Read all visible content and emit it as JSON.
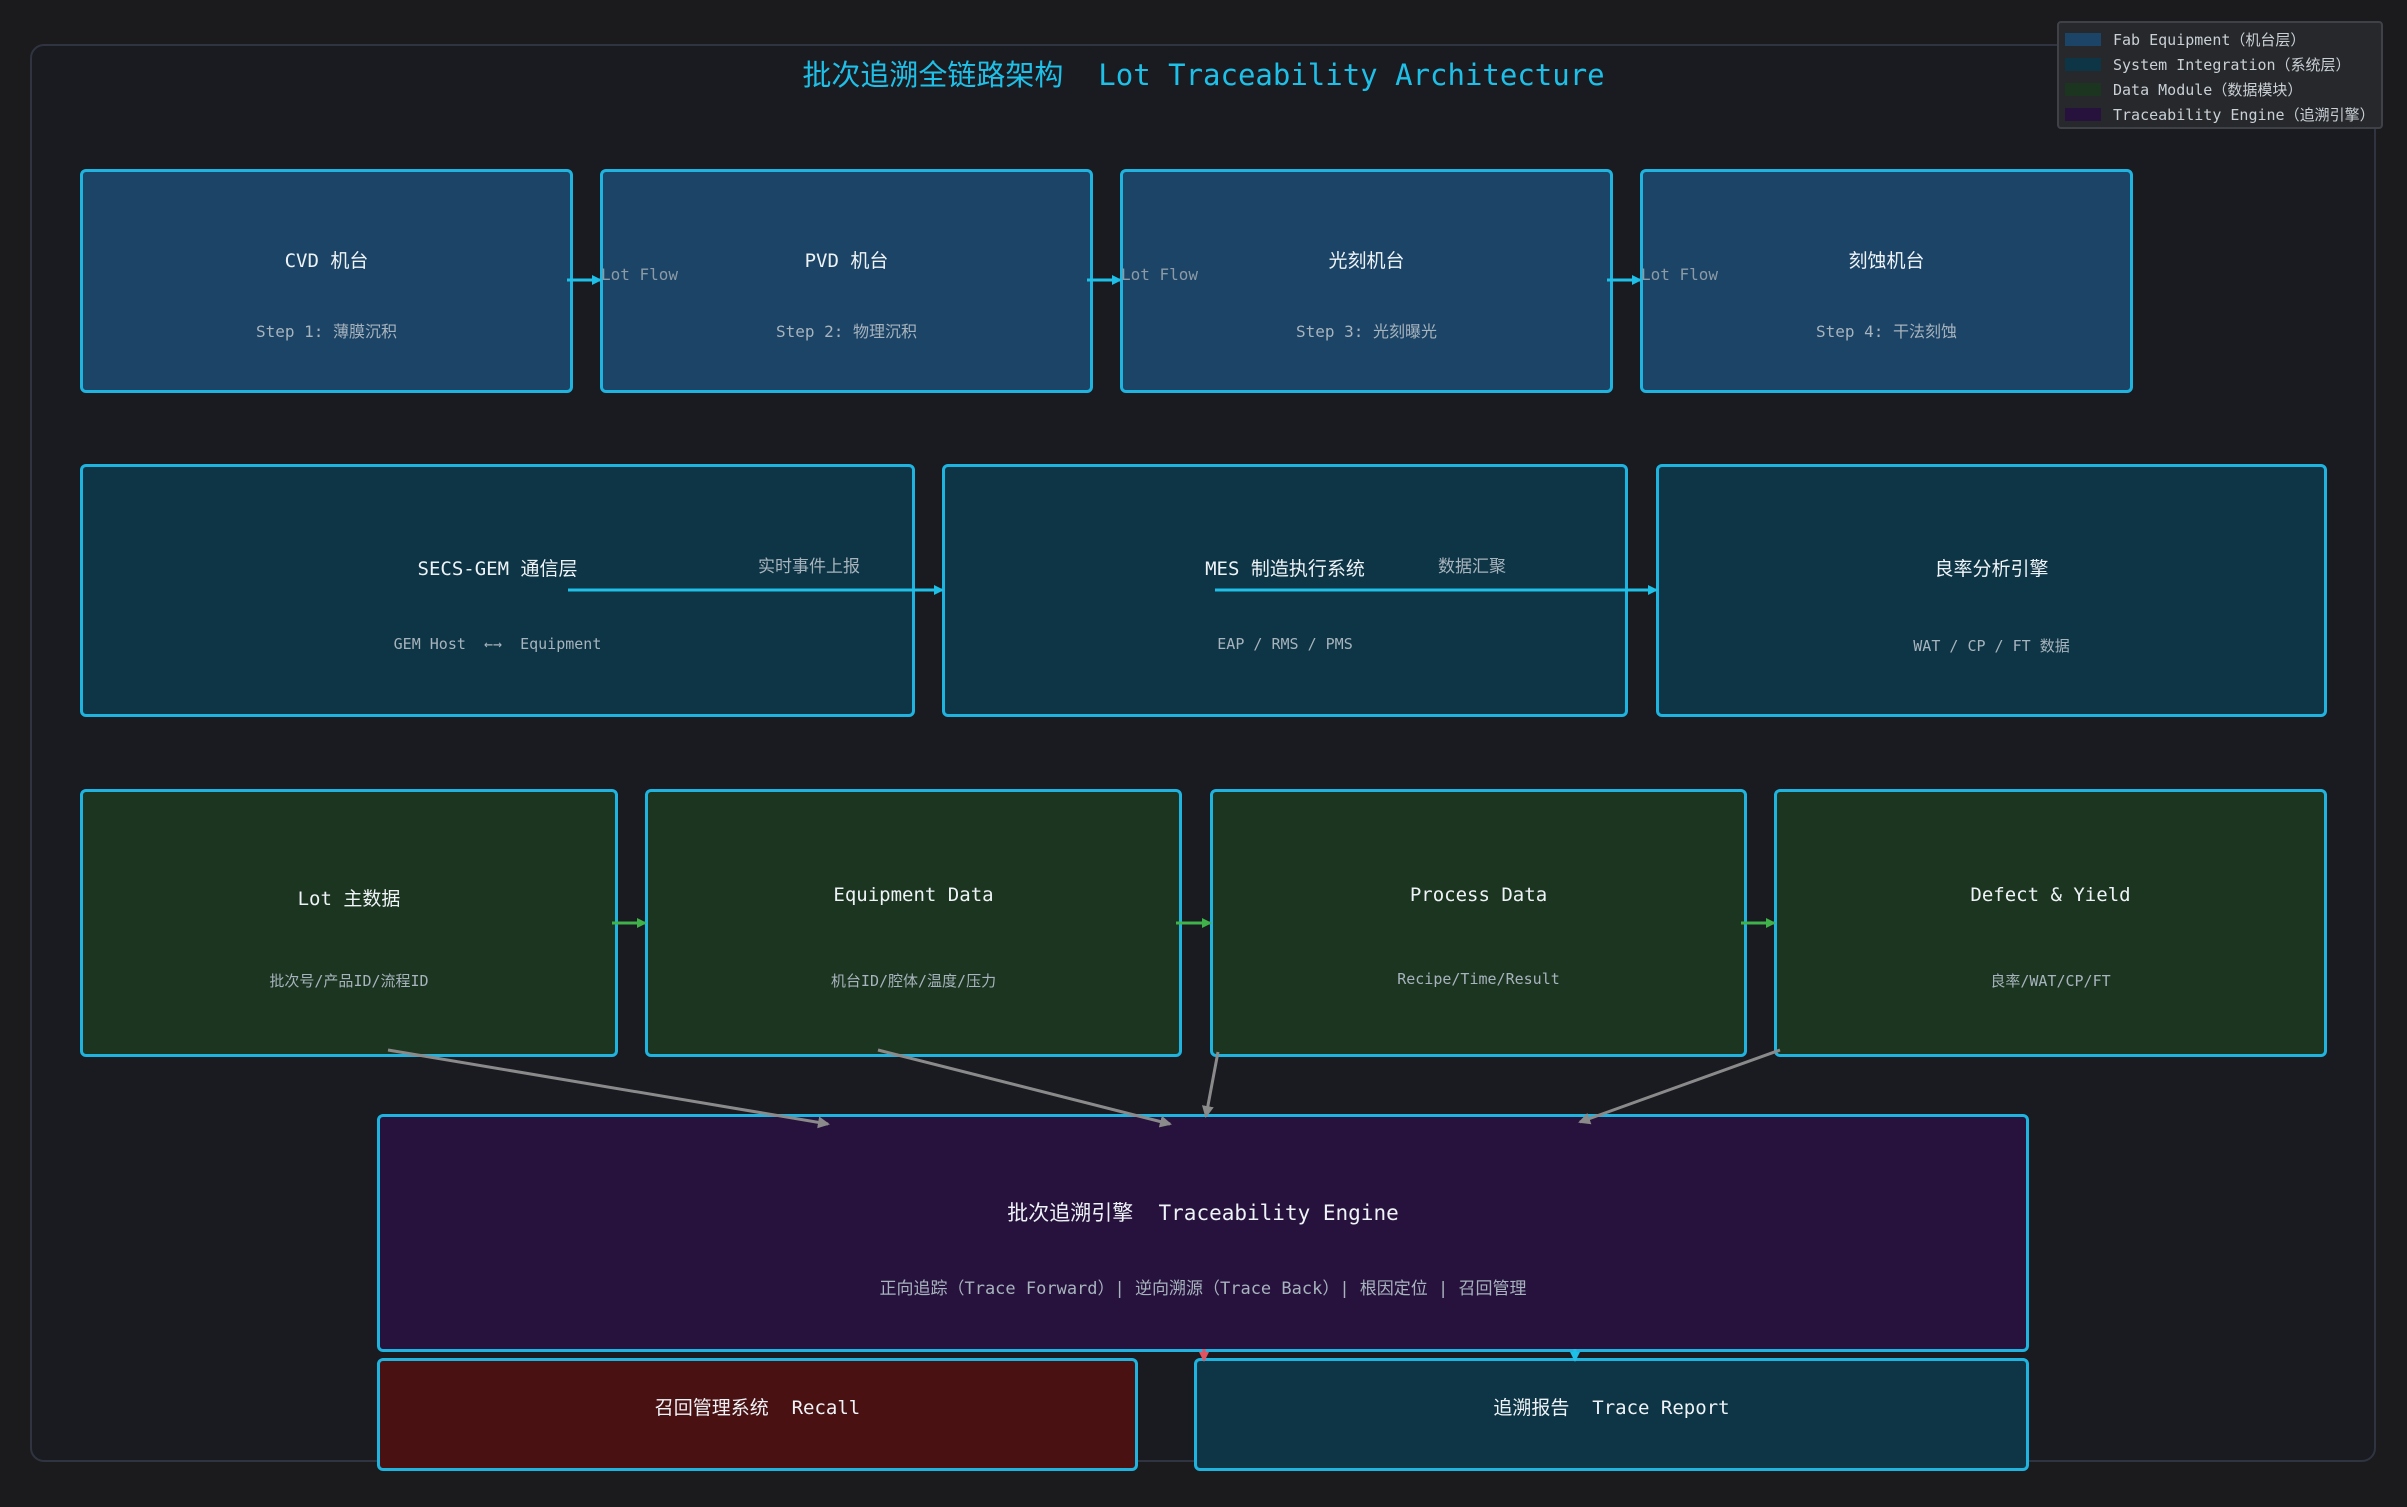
{
  "title": "批次追溯全链路架构  Lot Traceability Architecture",
  "legend": [
    {
      "label": "Fab Equipment（机台层）",
      "color": "#1b4466"
    },
    {
      "label": "System Integration（系统层）",
      "color": "#0e3545"
    },
    {
      "label": "Data Module（数据模块）",
      "color": "#1c3520"
    },
    {
      "label": "Traceability Engine（追溯引擎）",
      "color": "#26123d"
    }
  ],
  "equipment": [
    {
      "name": "CVD 机台",
      "step": "Step 1: 薄膜沉积"
    },
    {
      "name": "PVD 机台",
      "step": "Step 2: 物理沉积"
    },
    {
      "name": "光刻机台",
      "step": "Step 3: 光刻曝光"
    },
    {
      "name": "刻蚀机台",
      "step": "Step 4: 干法刻蚀"
    }
  ],
  "flow_label": "Lot Flow",
  "systems": [
    {
      "name": "SECS-GEM 通信层",
      "desc": "GEM Host  ←→  Equipment"
    },
    {
      "name": "MES 制造执行系统",
      "desc": "EAP / RMS / PMS"
    },
    {
      "name": "良率分析引擎",
      "desc": "WAT / CP / FT 数据"
    }
  ],
  "system_links": [
    "实时事件上报",
    "数据汇聚"
  ],
  "data_modules": [
    {
      "name": "Lot 主数据",
      "desc": "批次号/产品ID/流程ID"
    },
    {
      "name": "Equipment Data",
      "desc": "机台ID/腔体/温度/压力"
    },
    {
      "name": "Process Data",
      "desc": "Recipe/Time/Result"
    },
    {
      "name": "Defect & Yield",
      "desc": "良率/WAT/CP/FT"
    }
  ],
  "engine": {
    "name": "批次追溯引擎  Traceability Engine",
    "desc": "正向追踪（Trace Forward）| 逆向溯源（Trace Back）| 根因定位 | 召回管理"
  },
  "outputs": [
    {
      "name": "召回管理系统  Recall"
    },
    {
      "name": "追溯报告  Trace Report"
    }
  ],
  "colors": {
    "border": "#1fb3e0",
    "arrow_cyan": "#1fc0e8",
    "arrow_green": "#3fb24a",
    "arrow_gray": "#8a8a8a",
    "arrow_red": "#e05561"
  }
}
